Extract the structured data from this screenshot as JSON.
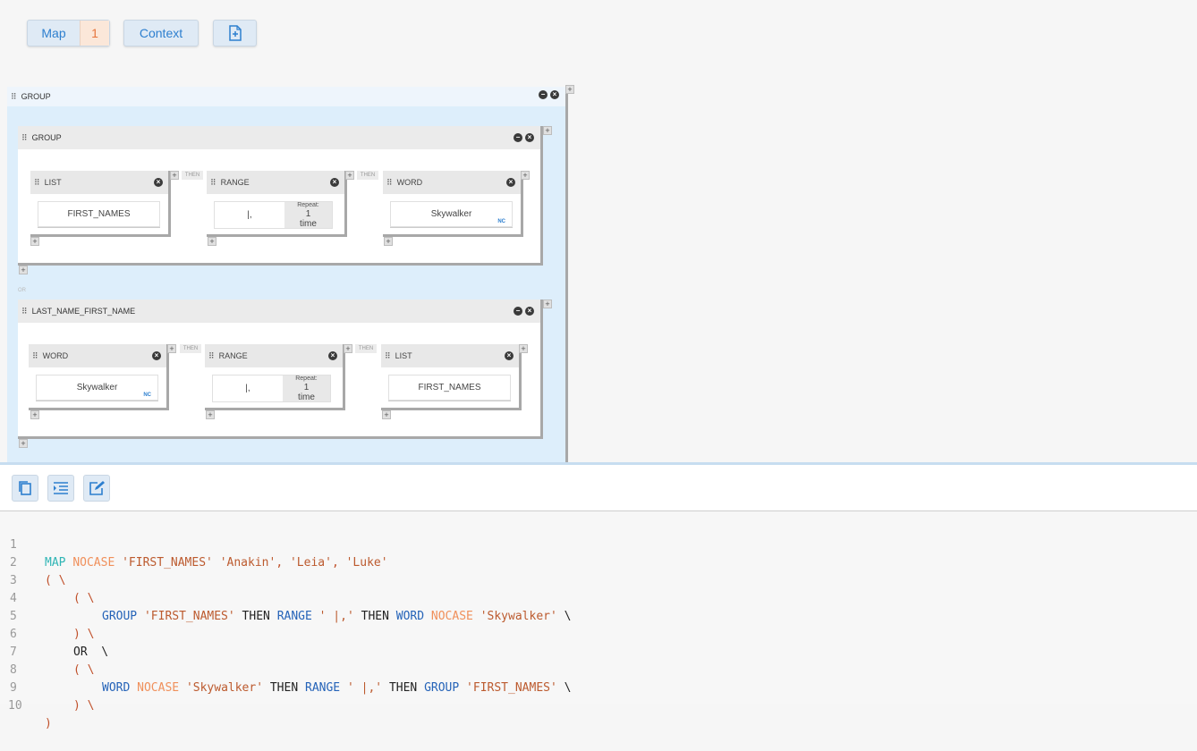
{
  "toolbar": {
    "map_label": "Map",
    "map_count": "1",
    "context_label": "Context",
    "add_file_icon": "file-plus-icon"
  },
  "canvas": {
    "outer_group": {
      "title": "GROUP",
      "groups": [
        {
          "title": "GROUP",
          "blocks": [
            {
              "type": "LIST",
              "value": "FIRST_NAMES"
            },
            {
              "type": "RANGE",
              "chars": "|,",
              "repeat_label": "Repeat:",
              "repeat_count": "1",
              "repeat_unit": "time"
            },
            {
              "type": "WORD",
              "value": "Skywalker",
              "flag": "NC"
            }
          ],
          "connector": "THEN"
        },
        {
          "title": "LAST_NAME_FIRST_NAME",
          "blocks": [
            {
              "type": "WORD",
              "value": "Skywalker",
              "flag": "NC"
            },
            {
              "type": "RANGE",
              "chars": "|,",
              "repeat_label": "Repeat:",
              "repeat_count": "1",
              "repeat_unit": "time"
            },
            {
              "type": "LIST",
              "value": "FIRST_NAMES"
            }
          ],
          "connector": "THEN"
        }
      ],
      "or_label": "OR"
    }
  },
  "editor": {
    "buttons": [
      "copy-icon",
      "indent-icon",
      "edit-icon"
    ],
    "line_numbers": [
      "1",
      "2",
      "3",
      "4",
      "5",
      "6",
      "7",
      "8",
      "9",
      "10"
    ],
    "code": {
      "l1": {
        "kw": "MAP",
        "mod": "NOCASE",
        "s1": "'FIRST_NAMES'",
        "s2": "'Anakin'",
        "c1": ",",
        "s3": "'Leia'",
        "c2": ",",
        "s4": "'Luke'"
      },
      "l2": "( \\",
      "l3": "( \\",
      "l4": {
        "k1": "GROUP",
        "s1": "'FIRST_NAMES'",
        "t1": "THEN",
        "k2": "RANGE",
        "s2": "' |,'",
        "t2": "THEN",
        "k3": "WORD",
        "m1": "NOCASE",
        "s3": "'Skywalker'",
        "bs": "\\"
      },
      "l5": ") \\",
      "l6": "OR  \\",
      "l7": "( \\",
      "l8": {
        "k1": "WORD",
        "m1": "NOCASE",
        "s1": "'Skywalker'",
        "t1": "THEN",
        "k2": "RANGE",
        "s2": "' |,'",
        "t2": "THEN",
        "k3": "GROUP",
        "s3": "'FIRST_NAMES'",
        "bs": "\\"
      },
      "l9": ") \\",
      "l10": ")"
    }
  }
}
